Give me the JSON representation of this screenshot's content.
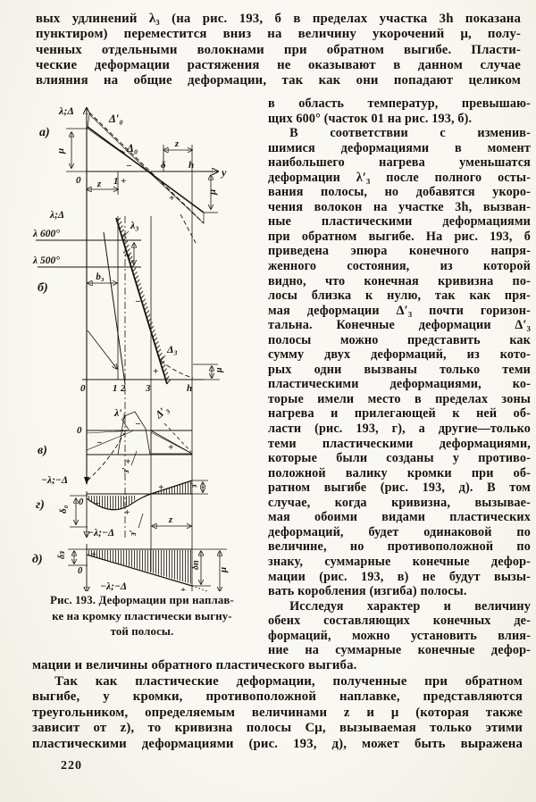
{
  "page": {
    "number": "220"
  },
  "top_paragraph": {
    "lines": [
      {
        "t": "вых удлинений λ₃ (на рис. 193, б в пределах участка 3h показана"
      },
      {
        "t": "пунктиром) переместится вниз на величину укорочений μ, полу-"
      },
      {
        "t": "ченных отдельными волокнами при обратном выгибе. Пласти-"
      },
      {
        "t": "ческие деформации растяжения не оказывают в данном случае"
      },
      {
        "t": "влияния на общие деформации, так как они попадают целиком"
      }
    ]
  },
  "right_column": {
    "lines": [
      {
        "t": "в область температур, превышаю-"
      },
      {
        "t": "щих 600° (часток 01 на рис. 193, б).",
        "c": "last"
      },
      {
        "t": "В соответствии с изменив-",
        "c": "ind"
      },
      {
        "t": "шимися деформациями в момент"
      },
      {
        "t": "наибольшего нагрева уменьшатся"
      },
      {
        "t": "деформации λ′₃ после полного осты-"
      },
      {
        "t": "вания полосы, но добавятся укоро-"
      },
      {
        "t": "чения волокон на участке 3h, вызван-"
      },
      {
        "t": "ные пластическими деформациями"
      },
      {
        "t": "при обратном выгибе. На рис. 193, б"
      },
      {
        "t": "приведена эпюра конечного напря-"
      },
      {
        "t": "женного состояния, из которой"
      },
      {
        "t": "видно, что конечная кривизна по-"
      },
      {
        "t": "лосы близка к нулю, так как пря-"
      },
      {
        "t": "мая деформации Δ′₃ почти горизон-"
      },
      {
        "t": "тальна. Конечные деформации Δ′₃"
      },
      {
        "t": "полосы можно представить как"
      },
      {
        "t": "сумму двух деформаций, из кото-"
      },
      {
        "t": "рых одни вызваны только теми"
      },
      {
        "t": "пластическими деформациями, ко-"
      },
      {
        "t": "торые имели место в пределах зоны"
      },
      {
        "t": "нагрева и прилегающей к ней об-"
      },
      {
        "t": "ласти (рис. 193, г), а другие—только"
      },
      {
        "t": "теми пластическими деформациями,"
      },
      {
        "t": "которые были созданы у противо-"
      },
      {
        "t": "положной валику кромки при об-"
      },
      {
        "t": "ратном выгибе (рис. 193, д). В том"
      },
      {
        "t": "случае, когда кривизна, вызывае-"
      },
      {
        "t": "мая обоими видами пластических"
      },
      {
        "t": "деформаций, будет одинаковой по"
      },
      {
        "t": "величине, но противоположной по"
      },
      {
        "t": "знаку, суммарные конечные дефор-"
      },
      {
        "t": "мации (рис. 193, в) не будут вызы-"
      },
      {
        "t": "вать коробления (изгиба) полосы.",
        "c": "last"
      },
      {
        "t": "Исследуя характер и величину",
        "c": "ind"
      },
      {
        "t": "обеих составляющих конечных де-"
      },
      {
        "t": "формаций, можно установить влия-"
      },
      {
        "t": "ние на суммарные конечные дефор-"
      }
    ]
  },
  "bottom_paragraph": {
    "lines": [
      {
        "t": "мации и величины обратного пластического выгиба.",
        "c": "last"
      },
      {
        "t": "Так как пластические деформации, полученные при обратном",
        "c": "ind"
      },
      {
        "t": "выгибе, у кромки, противоположной наплавке, представляются"
      },
      {
        "t": "треугольником, определяемым величинами z и μ (которая также"
      },
      {
        "t": "зависит от z), то кривизна полосы Cμ, вызываемая только этими"
      },
      {
        "t": "пластическими деформациями (рис. 193, д), может быть выражена"
      }
    ]
  },
  "figure": {
    "caption_lines": [
      {
        "t": "Рис. 193. Деформации при наплав-"
      },
      {
        "t": "ке на кромку пластически выгну-"
      },
      {
        "t": "той полосы."
      }
    ],
    "labels": {
      "axis": "λ;Δ",
      "negaxis": "−λ;−Δ",
      "a": "а)",
      "b": "б)",
      "v": "в)",
      "g": "г)",
      "d": "д)",
      "d0p": "Δ′₀",
      "d0": "Δ₀",
      "d3": "Δ₃",
      "d3p": "Δ′₃",
      "l3": "λ₃",
      "l3p": "λ′₃",
      "l600": "λ 600°",
      "l500": "λ 500°",
      "b3": "b₃",
      "z": "z",
      "mu": "μ",
      "y": "y",
      "h": "h",
      "delta": "δ",
      "n0": "0",
      "n1": "1",
      "n2": "2",
      "n3": "3",
      "plus": "+",
      "minus": "−",
      "zp": "з′",
      "dO": "δ₀",
      "dz": "δз",
      "dp": "δп"
    }
  }
}
